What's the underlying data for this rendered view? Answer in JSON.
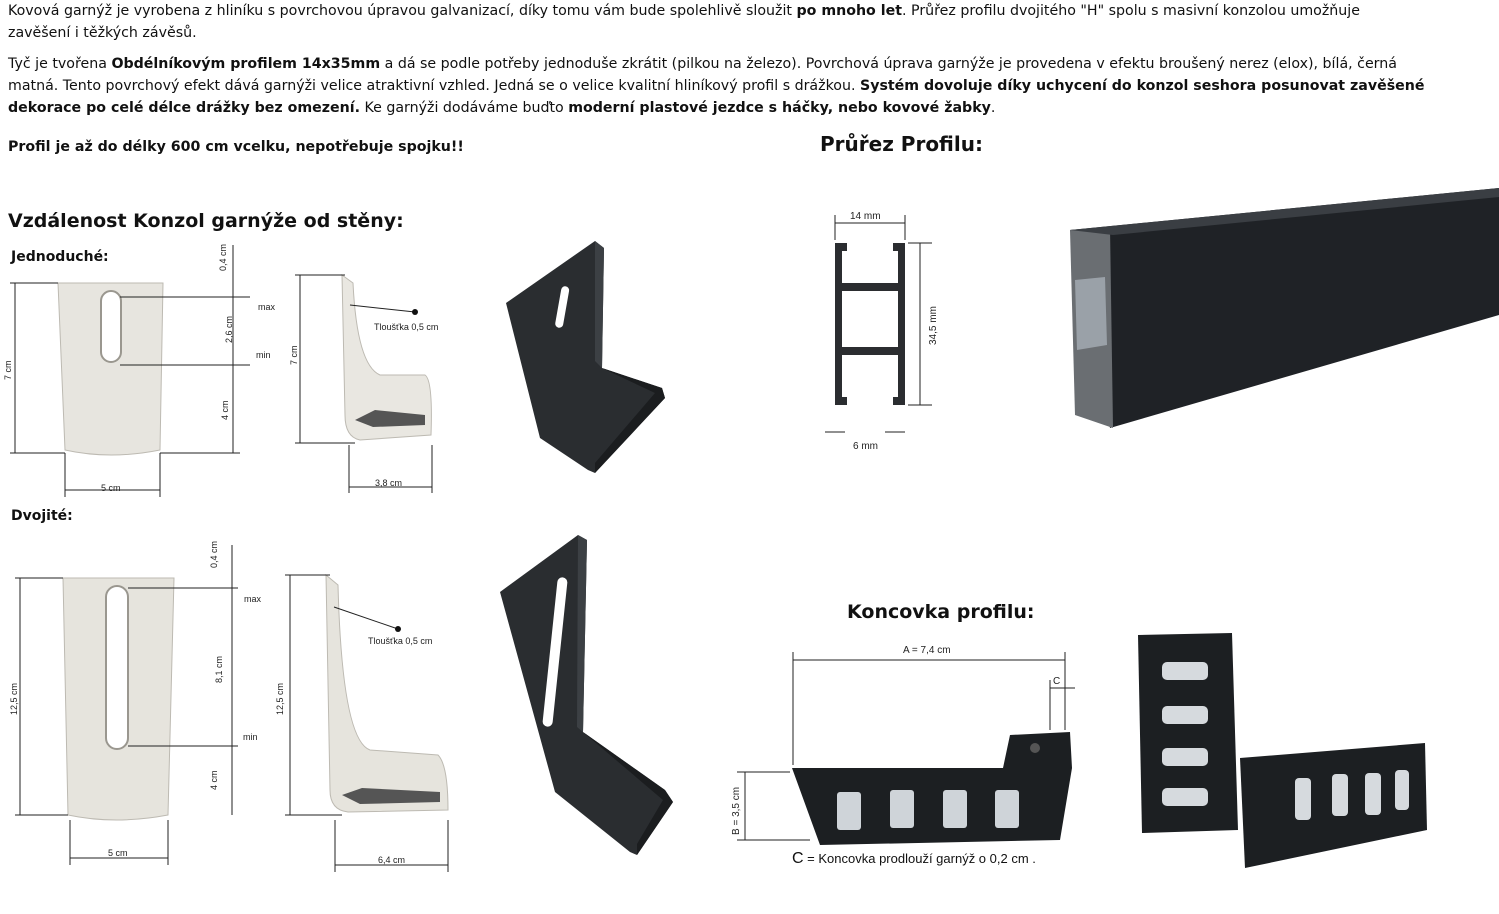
{
  "intro": {
    "p1_a": "Kovová garnýž je vyrobena z hliníku s povrchovou úpravou galvanizací, díky tomu vám bude spolehlivě sloužit ",
    "p1_b": "po mnoho let",
    "p1_c": ". Průřez profilu dvojitého \"H\" spolu s masivní konzolou umožňuje zavěšení i těžkých závěsů.",
    "p2_a": " Tyč je tvořena ",
    "p2_b": "Obdélníkovým profilem 14x35mm",
    "p2_c": " a dá se podle potřeby jednoduše zkrátit (pilkou na železo). Povrchová úprava garnýže je provedena v efektu broušený nerez (elox), bílá, černá matná. Tento povrchový efekt dává garnýži velice atraktivní vzhled. Jedná se o velice kvalitní hliníkový profil s drážkou. ",
    "p2_d": "Systém dovoluje díky uchycení do konzol seshora posunovat zavěšené dekorace po celé délce drážky bez omezení.",
    "p2_e": " Ke garnýži dodáváme buďto ",
    "p2_f": "moderní plastové jezdce s háčky, nebo kovové žabky",
    "p2_g": ".",
    "p3": "Profil je až do délky 600 cm vcelku, nepotřebuje spojku!!"
  },
  "headings": {
    "brackets": "Vzdálenost Konzol garnýže od stěny:",
    "single": "Jednoduché:",
    "double": "Dvojité:",
    "profile": "Průřez Profilu:",
    "endcap": "Koncovka profilu:"
  },
  "single_dims": {
    "top": "0,4 cm",
    "range": "2,6 cm",
    "bottom": "4 cm",
    "height": "7 cm",
    "width": "5 cm",
    "max": "max",
    "min": "min",
    "side_height": "7 cm",
    "thickness": "Tloušťka 0,5 cm",
    "depth": "3,8 cm"
  },
  "double_dims": {
    "top": "0,4 cm",
    "range": "8,1 cm",
    "bottom": "4 cm",
    "height": "12,5 cm",
    "width": "5 cm",
    "max": "max",
    "min": "min",
    "side_height": "12,5 cm",
    "thickness": "Tloušťka 0,5 cm",
    "depth": "6,4 cm"
  },
  "profile_dims": {
    "width": "14 mm",
    "height": "34,5 mm",
    "slot": "6 mm"
  },
  "endcap_dims": {
    "a": "A = 7,4 cm",
    "c": "C",
    "b": "B = 3,5 cm",
    "caption_c": "C",
    "caption_text": " = Koncovka prodlouží garnýž o 0,2 cm ."
  },
  "colors": {
    "metal": "#e4e2dc",
    "black": "#1c1f22",
    "text": "#111111"
  }
}
